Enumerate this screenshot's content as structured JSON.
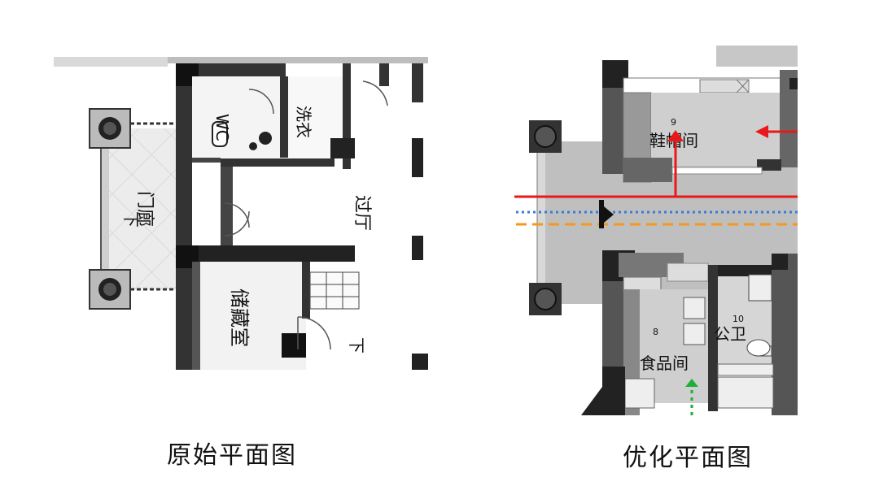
{
  "left": {
    "caption": "原始平面图",
    "labels": {
      "wc": "WC",
      "laundry": "洗衣",
      "porch": "门廊",
      "hall": "过厅",
      "storage": "储藏室",
      "down_porch": "下",
      "down_stair": "下"
    }
  },
  "right": {
    "caption": "优化平面图",
    "rooms": {
      "shoe_room_num": "9",
      "shoe_room": "鞋帽间",
      "pantry_num": "8",
      "pantry": "食品间",
      "toilet_num": "10",
      "toilet": "公卫"
    },
    "line_colors": {
      "red": "#e8191a",
      "blue": "#3a7bd5",
      "orange": "#f39a1e",
      "green": "#1fae3a"
    }
  }
}
